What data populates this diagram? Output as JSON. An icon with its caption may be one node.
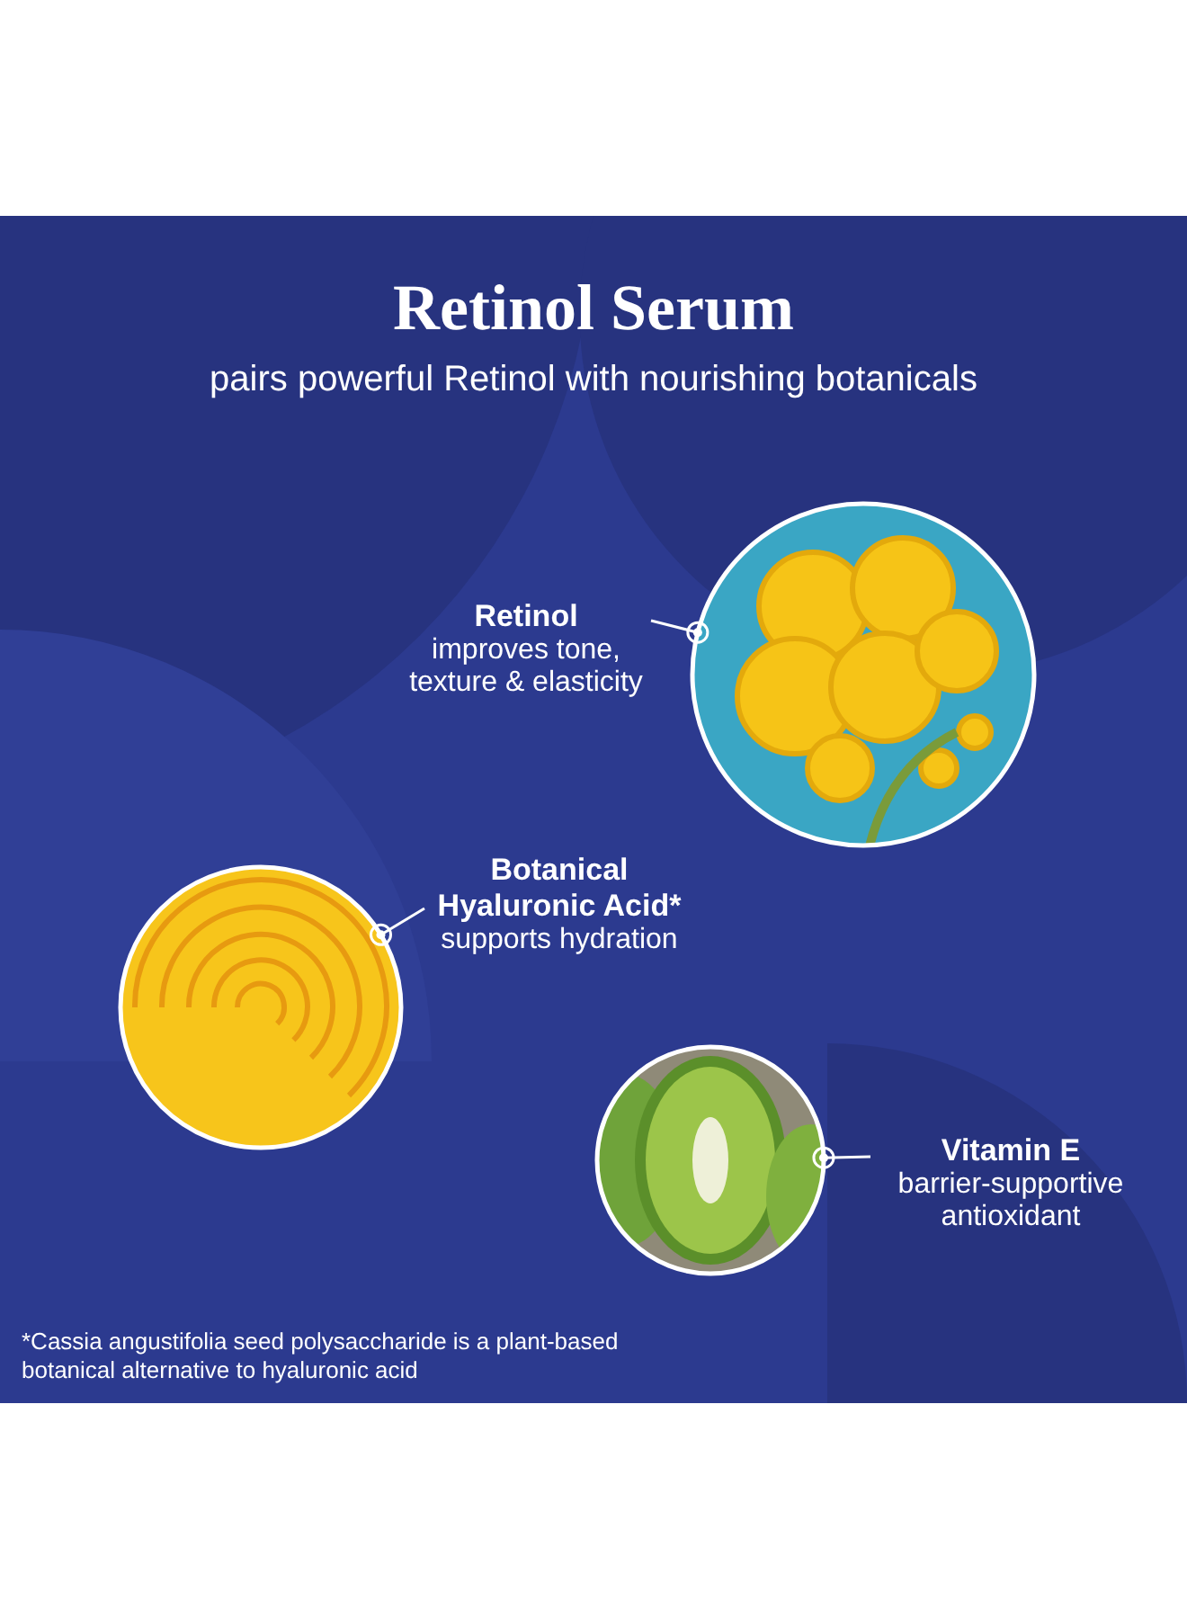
{
  "diagram": {
    "title": "Retinol Serum",
    "nodes": [
      {
        "text": [
          "Retinol",
          "improves tone, texture & elasticity"
        ]
      },
      {
        "text": [],
        "shape": "picture"
      },
      {
        "text": [
          "Botanical Hyaluronic Acid*",
          "supports hydration"
        ]
      },
      {
        "text": [],
        "shape": "picture"
      },
      {
        "text": [
          "Vitamin E",
          "barrier-supportive antioxidant"
        ]
      },
      {
        "text": [],
        "shape": "picture"
      }
    ],
    "edges": [
      {
        "from": 0,
        "to": 1,
        "arrow": "other"
      },
      {
        "from": 2,
        "to": 3,
        "arrow": "other"
      },
      {
        "from": 4,
        "to": 5,
        "arrow": "other"
      }
    ],
    "labels": [
      "pairs powerful Retinol with nourishing botanicals",
      "*Cassia angustifolia seed polysaccharide is a plant-based botanical alternative to hyaluronic acid"
    ]
  }
}
